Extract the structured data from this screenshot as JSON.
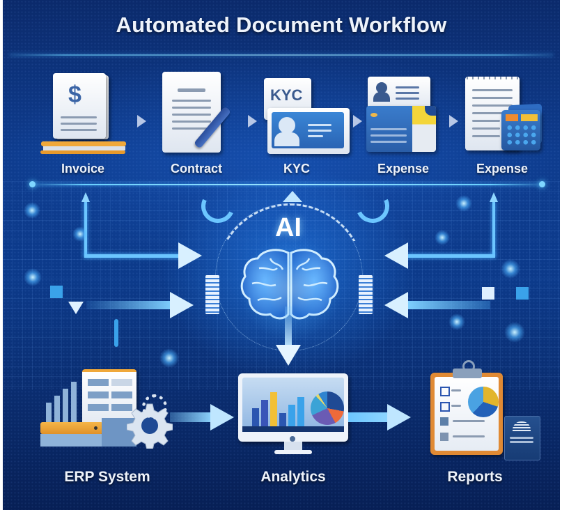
{
  "title": "Automated Document Workflow",
  "documents": [
    {
      "label": "Invoice",
      "icon": "invoice-dollar-icon",
      "symbol": "$"
    },
    {
      "label": "Contract",
      "icon": "contract-pen-icon"
    },
    {
      "label": "KYC",
      "icon": "kyc-id-card-icon",
      "badge": "KYC"
    },
    {
      "label": "Expense",
      "icon": "expense-form-icon"
    },
    {
      "label": "Expense",
      "icon": "expense-calculator-icon"
    }
  ],
  "center": {
    "label": "AI",
    "icon": "brain-icon"
  },
  "outputs": [
    {
      "label": "ERP System",
      "icon": "erp-server-gear-icon"
    },
    {
      "label": "Analytics",
      "icon": "analytics-monitor-chart-icon"
    },
    {
      "label": "Reports",
      "icon": "reports-clipboard-icon"
    }
  ],
  "colors": {
    "background": "#0c3a8a",
    "accent": "#7fd0ff",
    "text": "#eef3fb",
    "highlight_yellow": "#f2c037",
    "highlight_orange": "#e89a2c"
  }
}
